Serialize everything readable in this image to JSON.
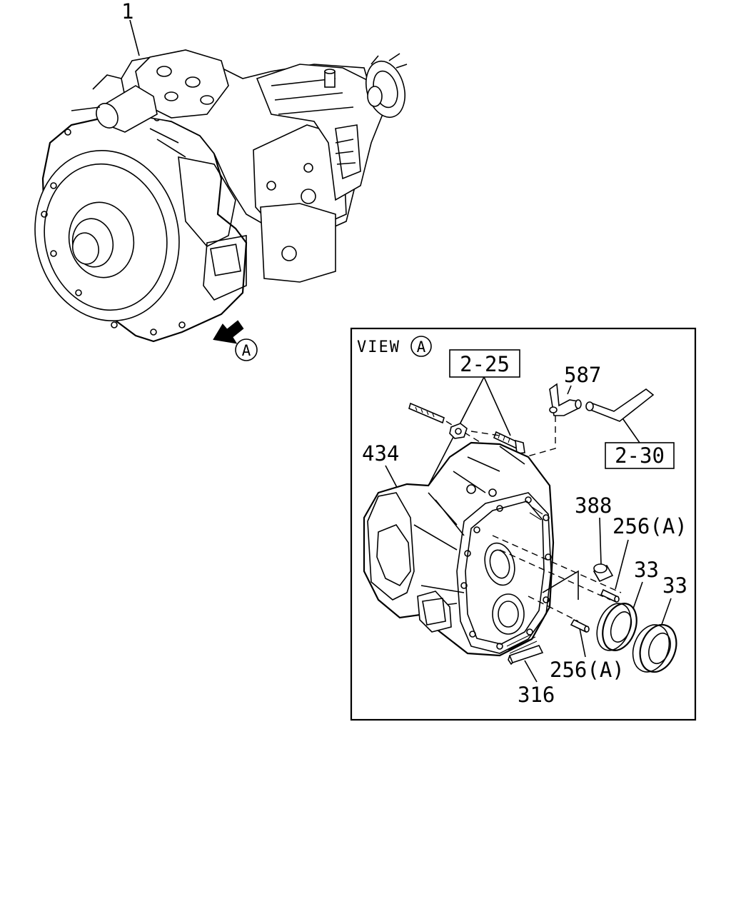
{
  "callouts": {
    "transmission": "1",
    "view_ref": "A",
    "view_title": "VIEW",
    "bolt_kit": "2-25",
    "hose_kit": "2-30",
    "pipe": "587",
    "housing": "434",
    "bushing": "388",
    "pin_upper": "256(A)",
    "pin_lower": "256(A)",
    "seal_1": "33",
    "seal_2": "33",
    "plate": "316"
  },
  "colors": {
    "line": "#000000",
    "background": "#ffffff"
  }
}
